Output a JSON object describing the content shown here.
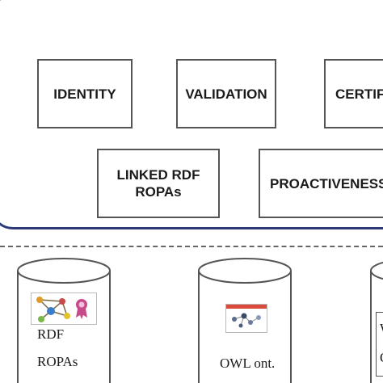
{
  "diagram": {
    "top_boxes": [
      {
        "label": "IDENTITY"
      },
      {
        "label": "VALIDATION"
      },
      {
        "label": "CERTIFI"
      }
    ],
    "middle_boxes": [
      {
        "label_line1": "LINKED RDF",
        "label_line2": "ROPAs"
      },
      {
        "label": "PROACTIVENESS"
      }
    ],
    "stores": [
      {
        "label_line1": "RDF",
        "label_line2": "ROPAs",
        "icon": "network-graph-icon"
      },
      {
        "label": "OWL ont.",
        "icon": "ontology-graph-icon"
      },
      {
        "label_line1": "W",
        "label_line2": "O",
        "icon": "document-icon"
      }
    ],
    "colors": {
      "panel_border": "#2c3a7a",
      "box_border": "#555555",
      "divider": "#666666"
    }
  }
}
